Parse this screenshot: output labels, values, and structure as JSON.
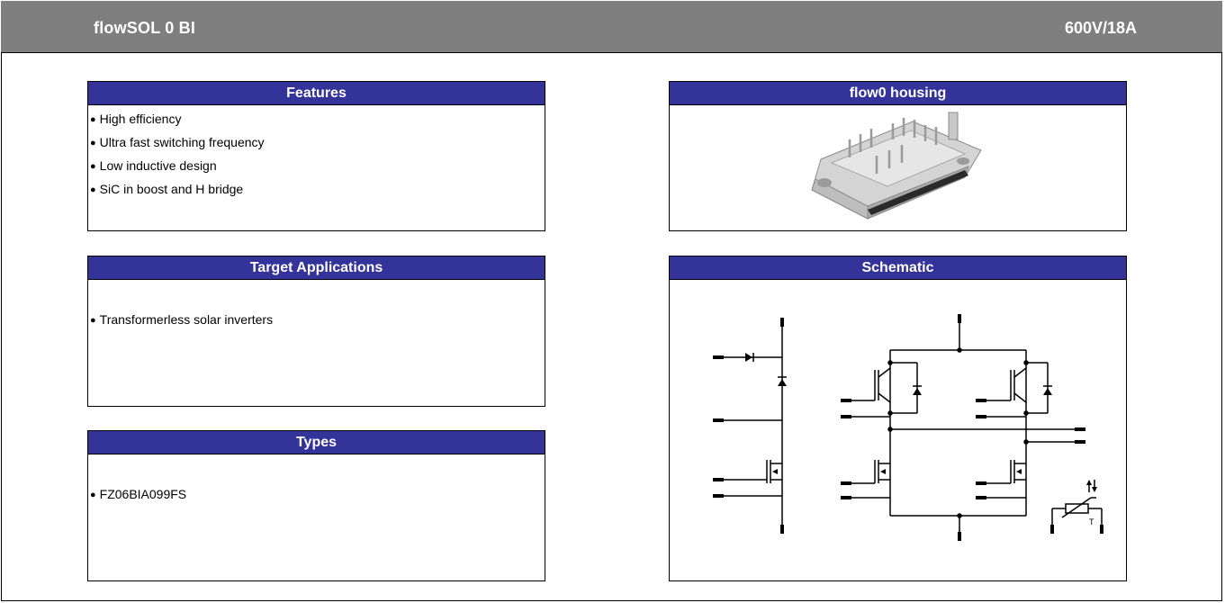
{
  "header": {
    "title": "flowSOL 0 BI",
    "rating": "600V/18A"
  },
  "features": {
    "title": "Features",
    "items": [
      "High efficiency",
      "Ultra fast switching frequency",
      "Low inductive design",
      "SiC in boost and H bridge"
    ]
  },
  "applications": {
    "title": "Target Applications",
    "items": [
      "Transformerless solar inverters"
    ]
  },
  "types": {
    "title": "Types",
    "items": [
      "FZ06BIA099FS"
    ]
  },
  "housing": {
    "title": "flow0 housing",
    "image": "flow0-module-photo"
  },
  "schematic": {
    "title": "Schematic",
    "image": "boost-h-bridge-schematic",
    "ntc_label": "T"
  },
  "colors": {
    "header_bg": "#7f7f7f",
    "section_bar": "#333399",
    "text_on_dark": "#ffffff"
  }
}
